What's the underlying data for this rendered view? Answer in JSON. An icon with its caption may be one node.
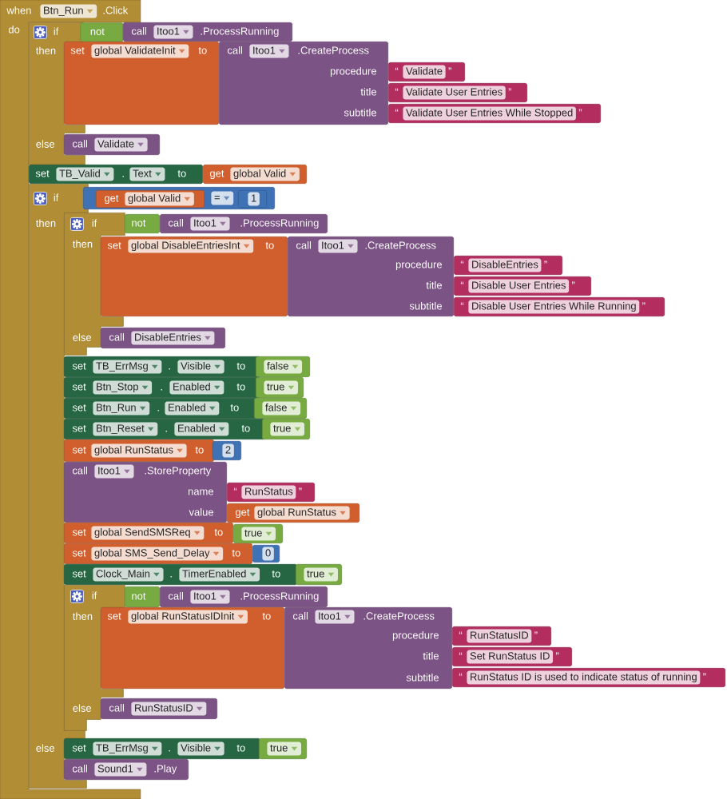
{
  "diagram": {
    "nodes": [
      {
        "text": [
          "when",
          "Btn_Run",
          ".Click",
          "do"
        ]
      },
      {
        "text": [
          "if",
          "then",
          "else"
        ],
        "in": 0
      },
      {
        "text": [
          "not"
        ],
        "in": 0
      },
      {
        "text": [
          "call",
          "Itoo1",
          ".ProcessRunning"
        ]
      },
      {
        "text": [
          "set",
          "global ValidateInit",
          "to"
        ]
      },
      {
        "text": [
          "call",
          "Itoo1",
          ".CreateProcess",
          "procedure",
          "title",
          "subtitle"
        ]
      },
      {
        "text": [
          "“",
          "Validate",
          "”"
        ]
      },
      {
        "text": [
          "“",
          "Validate User Entries",
          "”"
        ]
      },
      {
        "text": [
          "“",
          "Validate User Entries While Stopped",
          "”"
        ]
      },
      {
        "text": [
          "call",
          "Validate"
        ]
      },
      {
        "text": [
          "set",
          "TB_Valid",
          ".",
          "Text",
          "to"
        ]
      },
      {
        "text": [
          "get",
          "global Valid"
        ]
      },
      {
        "text": [
          "if",
          "then",
          "else"
        ],
        "in": 0
      },
      {
        "text": [
          "="
        ]
      },
      {
        "text": [
          "get",
          "global Valid"
        ],
        "in": 13
      },
      {
        "text": [
          "1"
        ],
        "in": 13
      },
      {
        "text": [
          "if",
          "then",
          "else"
        ],
        "in": 0
      },
      {
        "text": [
          "not"
        ]
      },
      {
        "text": [
          "call",
          "Itoo1",
          ".ProcessRunning"
        ]
      },
      {
        "text": [
          "set",
          "global DisableEntriesInt",
          "to"
        ]
      },
      {
        "text": [
          "call",
          "Itoo1",
          ".CreateProcess",
          "procedure",
          "title",
          "subtitle"
        ]
      },
      {
        "text": [
          "“",
          "DisableEntries",
          "”"
        ]
      },
      {
        "text": [
          "“",
          "Disable User Entries",
          "”"
        ]
      },
      {
        "text": [
          "“",
          "Disable User Entries While Running",
          "”"
        ]
      },
      {
        "text": [
          "call",
          "DisableEntries"
        ]
      },
      {
        "text": [
          "set",
          "TB_ErrMsg",
          ".",
          "Visible",
          "to"
        ]
      },
      {
        "text": [
          "false"
        ]
      },
      {
        "text": [
          "set",
          "Btn_Stop",
          ".",
          "Enabled",
          "to"
        ]
      },
      {
        "text": [
          "true"
        ]
      },
      {
        "text": [
          "set",
          "Btn_Run",
          ".",
          "Enabled",
          "to"
        ]
      },
      {
        "text": [
          "false"
        ]
      },
      {
        "text": [
          "set",
          "Btn_Reset",
          ".",
          "Enabled",
          "to"
        ]
      },
      {
        "text": [
          "true"
        ]
      },
      {
        "text": [
          "set",
          "global RunStatus",
          "to"
        ]
      },
      {
        "text": [
          "2"
        ]
      },
      {
        "text": [
          "call",
          "Itoo1",
          ".StoreProperty",
          "name",
          "value"
        ]
      },
      {
        "text": [
          "“",
          "RunStatus",
          "”"
        ]
      },
      {
        "text": [
          "get",
          "global RunStatus"
        ]
      },
      {
        "text": [
          "set",
          "global SendSMSReq",
          "to"
        ]
      },
      {
        "text": [
          "true"
        ]
      },
      {
        "text": [
          "set",
          "global SMS_Send_Delay",
          "to"
        ]
      },
      {
        "text": [
          "0"
        ]
      },
      {
        "text": [
          "set",
          "Clock_Main",
          ".",
          "TimerEnabled",
          "to"
        ]
      },
      {
        "text": [
          "true"
        ]
      },
      {
        "text": [
          "if",
          "then",
          "else"
        ],
        "in": 0
      },
      {
        "text": [
          "not"
        ]
      },
      {
        "text": [
          "call",
          "Itoo1",
          ".ProcessRunning"
        ]
      },
      {
        "text": [
          "set",
          "global RunStatusIDInit",
          "to"
        ]
      },
      {
        "text": [
          "call",
          "Itoo1",
          ".CreateProcess",
          "procedure",
          "title",
          "subtitle"
        ]
      },
      {
        "text": [
          "“",
          "RunStatusID",
          "”"
        ]
      },
      {
        "text": [
          "“",
          "Set RunStatus ID",
          "”"
        ]
      },
      {
        "text": [
          "“",
          "RunStatus ID is used to indicate status of running",
          "”"
        ]
      },
      {
        "text": [
          "call",
          "RunStatusID"
        ]
      },
      {
        "text": [
          "set",
          "TB_ErrMsg",
          ".",
          "Visible",
          "to"
        ]
      },
      {
        "text": [
          "true"
        ]
      },
      {
        "text": [
          "call",
          "Sound1",
          ".Play"
        ]
      }
    ]
  }
}
